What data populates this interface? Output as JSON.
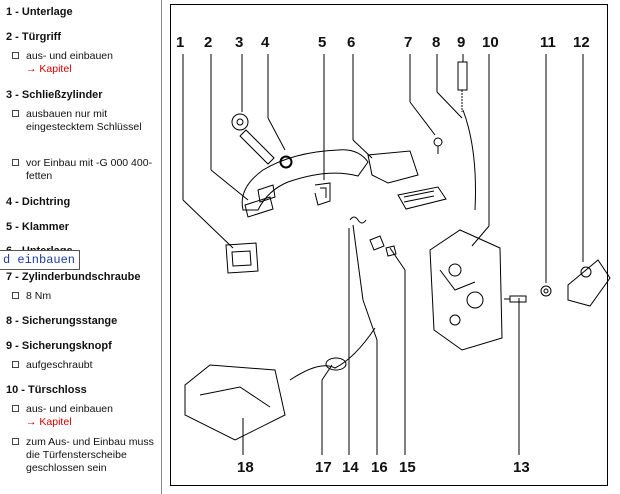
{
  "sections": [
    {
      "n": "1 - Unterlage"
    },
    {
      "n": "2 - Türgriff",
      "items": [
        {
          "t": "aus- und einbauen",
          "link": "→ Kapitel"
        }
      ]
    },
    {
      "n": "3 - Schließzylinder",
      "items": [
        {
          "t": "ausbauen nur mit eingestecktem Schlüssel"
        },
        {
          "t": "vor Einbau mit -G 000 400- fetten"
        }
      ]
    },
    {
      "n": "4 - Dichtring"
    },
    {
      "n": "5 - Klammer"
    },
    {
      "n": "6 - Unterlage"
    },
    {
      "n": "7 - Zylinderbundschraube",
      "items": [
        {
          "t": "8 Nm"
        }
      ]
    },
    {
      "n": "8 - Sicherungsstange"
    },
    {
      "n": "9 - Sicherungsknopf",
      "items": [
        {
          "t": "aufgeschraubt"
        }
      ]
    },
    {
      "n": "10 - Türschloss",
      "items": [
        {
          "t": "aus- und einbauen",
          "link": "→ Kapitel"
        },
        {
          "t": "zum Aus- und Einbau muss die Türfensterscheibe geschlossen sein"
        }
      ]
    }
  ],
  "tooltip": "d einbauen",
  "figure": {
    "top_labels": [
      "1",
      "2",
      "3",
      "4",
      "5",
      "6",
      "7",
      "8",
      "9",
      "10",
      "11",
      "12"
    ],
    "bottom_labels": [
      "18",
      "17",
      "14",
      "16",
      "15",
      "13"
    ]
  }
}
